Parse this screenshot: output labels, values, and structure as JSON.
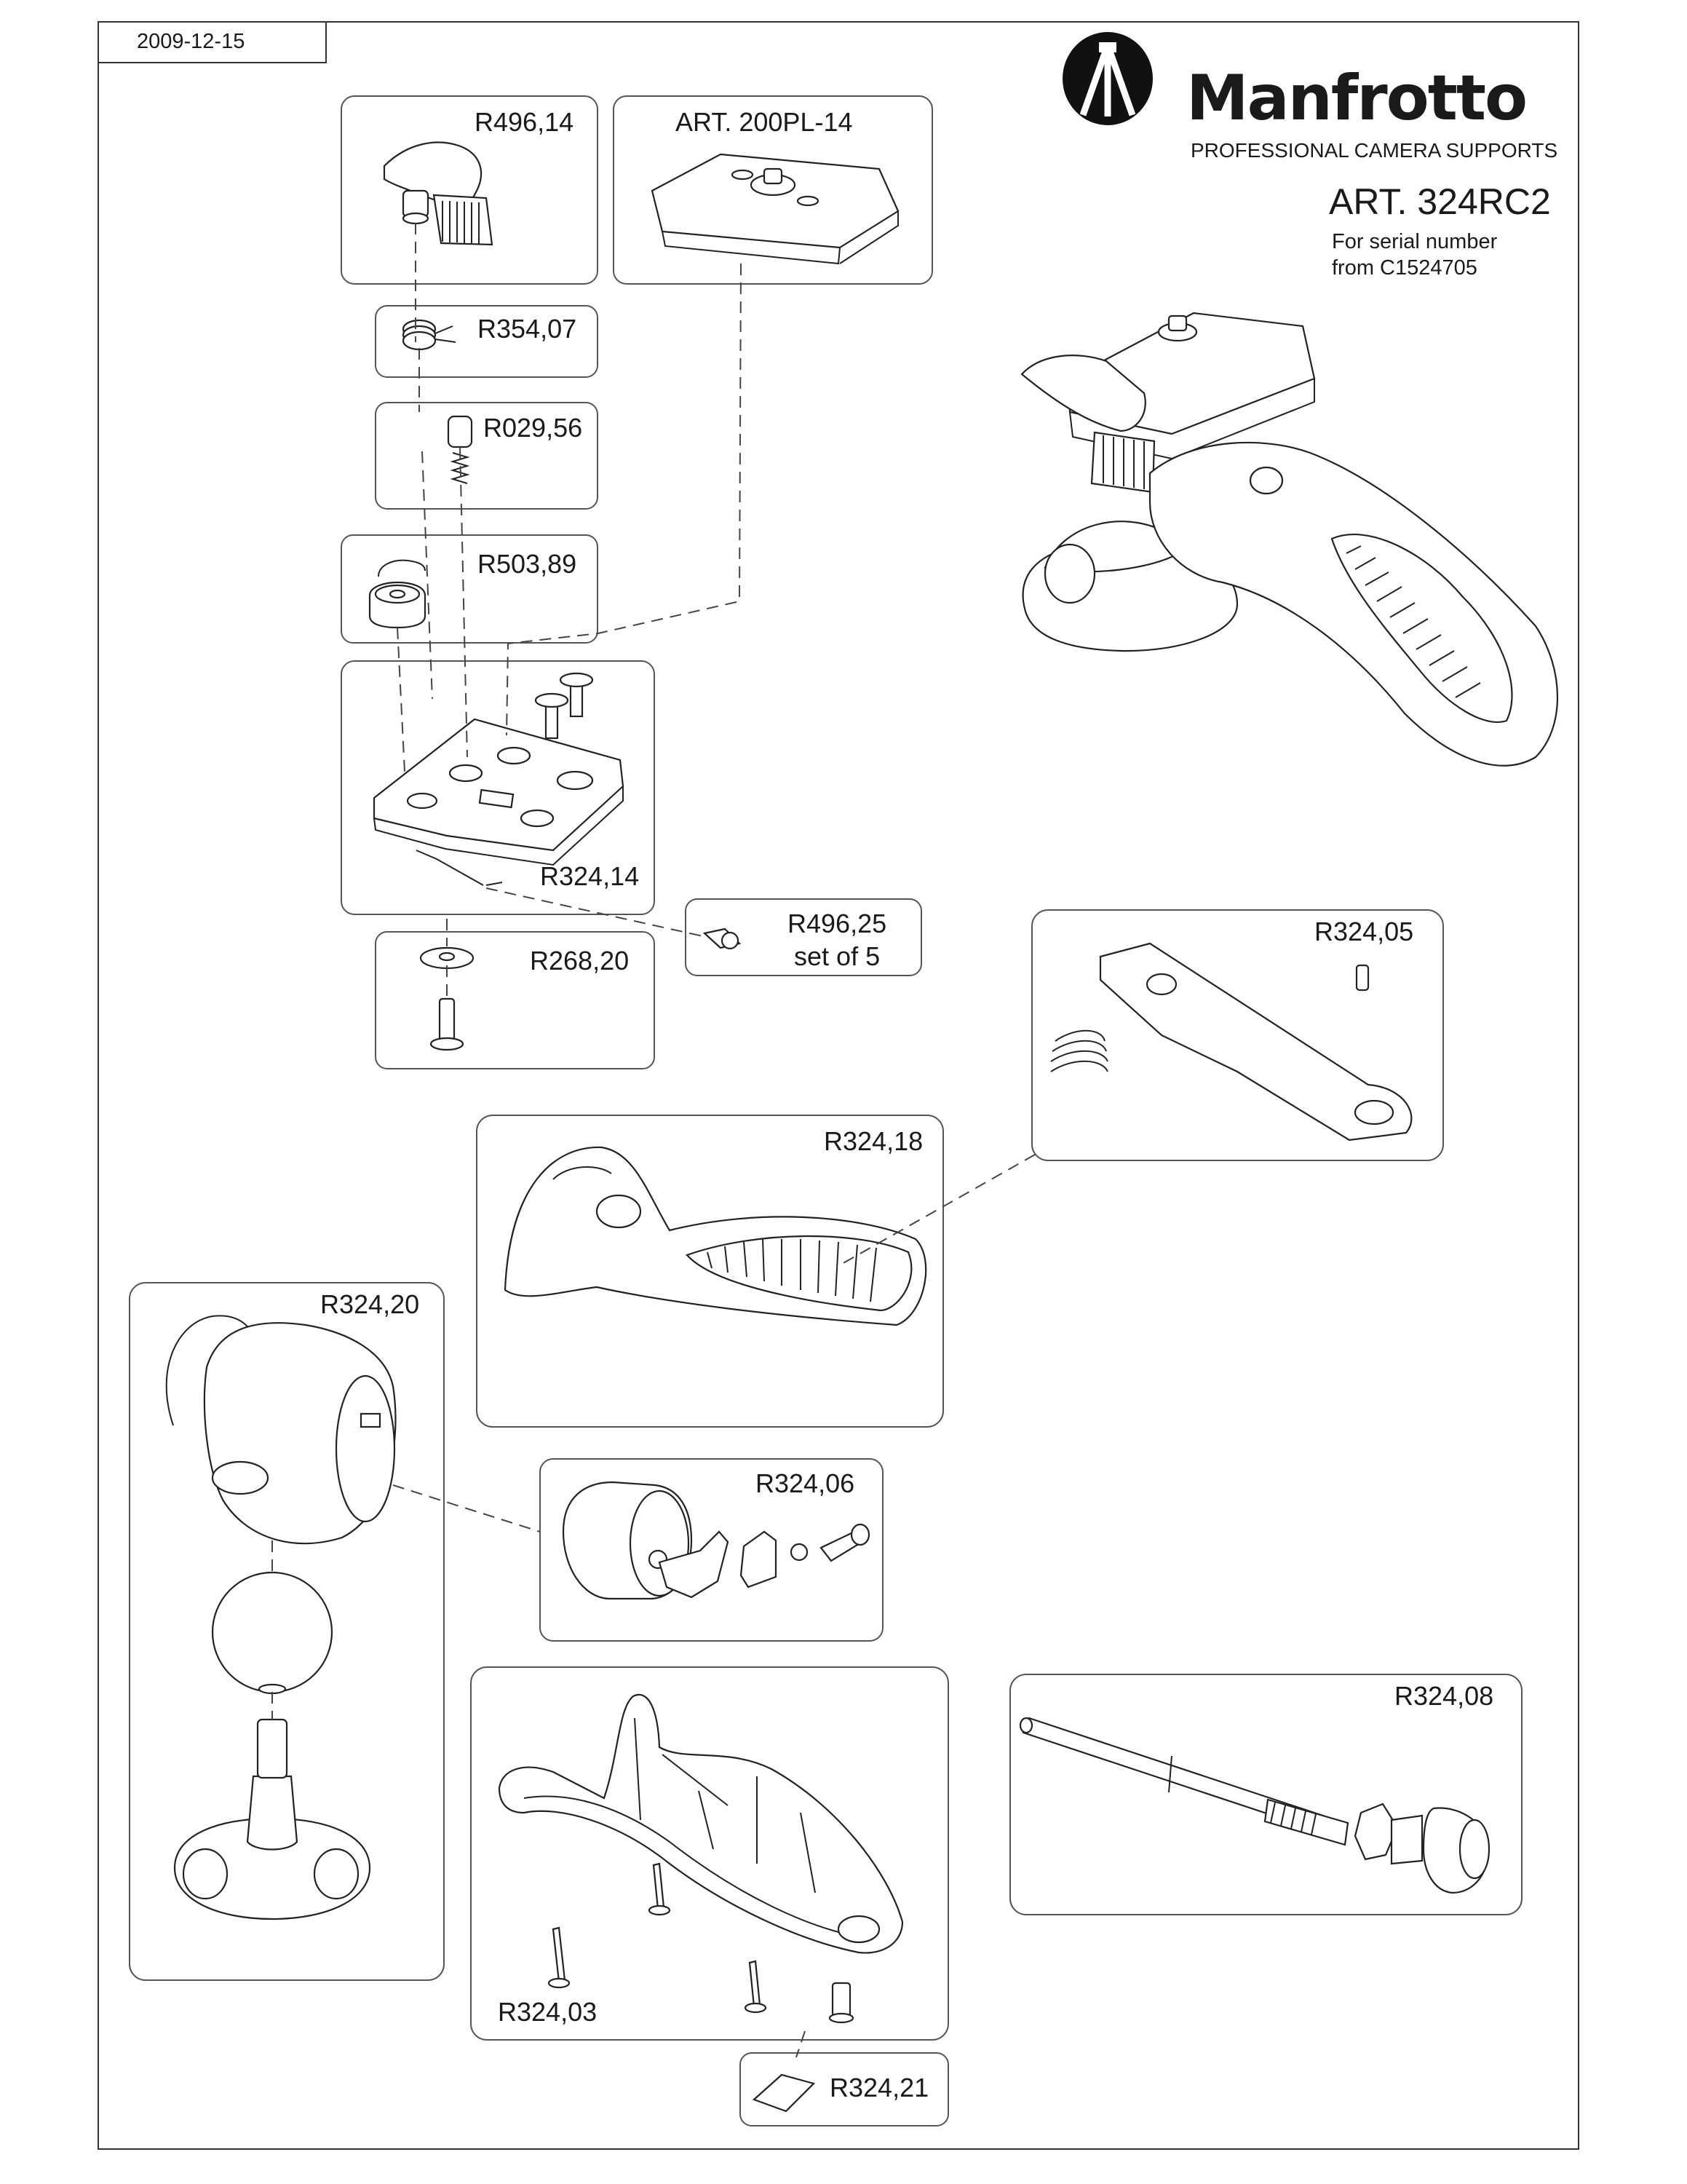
{
  "header": {
    "date": "2009-12-15",
    "brand_name": "Manfrotto",
    "brand_tagline": "PROFESSIONAL CAMERA SUPPORTS",
    "article_title": "ART. 324RC2",
    "serial_note_line1": "For serial number",
    "serial_note_line2": "from C1524705"
  },
  "parts": [
    {
      "code": "R496,14"
    },
    {
      "code": "ART. 200PL-14"
    },
    {
      "code": "R354,07"
    },
    {
      "code": "R029,56"
    },
    {
      "code": "R503,89"
    },
    {
      "code": "R324,14"
    },
    {
      "code": "R496,25",
      "note": "set of 5"
    },
    {
      "code": "R268,20"
    },
    {
      "code": "R324,05"
    },
    {
      "code": "R324,18"
    },
    {
      "code": "R324,20"
    },
    {
      "code": "R324,06"
    },
    {
      "code": "R324,08"
    },
    {
      "code": "R324,03"
    },
    {
      "code": "R324,21"
    }
  ],
  "colors": {
    "line": "#222222",
    "background": "#ffffff"
  }
}
